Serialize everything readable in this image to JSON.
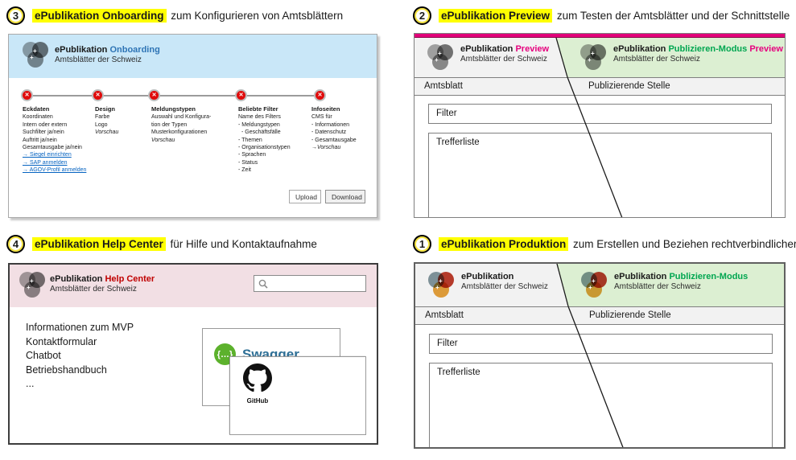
{
  "annotations": {
    "onboarding": {
      "number": "3",
      "highlight": "ePublikation Onboarding",
      "rest": "zum Konfigurieren von Amtsblättern"
    },
    "preview": {
      "number": "2",
      "highlight": "ePublikation Preview",
      "rest": "zum Testen der Amtsblätter und der Schnittstelle"
    },
    "helpcenter": {
      "number": "4",
      "highlight": "ePublikation Help Center",
      "rest": "für Hilfe und Kontaktaufnahme"
    },
    "produktion": {
      "number": "1",
      "highlight": "ePublikation Produktion",
      "rest": "zum Erstellen und Beziehen rechtverbindlicher Meldungen"
    }
  },
  "onboarding": {
    "brand": "ePublikation",
    "product": "Onboarding",
    "subtitle": "Amtsblätter der Schweiz",
    "steps": [
      {
        "title": "Eckdaten",
        "items": [
          {
            "text": "Koordinaten",
            "style": "plain"
          },
          {
            "text": "Intern oder extern",
            "style": "plain"
          },
          {
            "text": "Suchfilter ja/nein",
            "style": "plain"
          },
          {
            "text": "Auftritt ja/nein",
            "style": "plain"
          },
          {
            "text": "Gesamtausgabe ja/nein",
            "style": "plain"
          },
          {
            "text": "Siegel einrichten",
            "style": "link"
          },
          {
            "text": "SAP anmelden",
            "style": "link"
          },
          {
            "text": "AGOV-Profil anmelden",
            "style": "link"
          }
        ]
      },
      {
        "title": "Design",
        "items": [
          {
            "text": "Farbe",
            "style": "plain"
          },
          {
            "text": "Logo",
            "style": "plain"
          },
          {
            "text": "Vorschau",
            "style": "italic"
          }
        ]
      },
      {
        "title": "Meldungstypen",
        "items": [
          {
            "text": "Auswahl und Konfigura-",
            "style": "plain"
          },
          {
            "text": "tion der Typen",
            "style": "plain"
          },
          {
            "text": "Musterkonfigurationen",
            "style": "plain"
          },
          {
            "text": "Vorschau",
            "style": "italic"
          }
        ]
      },
      {
        "title": "Beliebte Filter",
        "items": [
          {
            "text": "Name des Filters",
            "style": "plain"
          },
          {
            "text": "- Meldungstypen",
            "style": "plain"
          },
          {
            "text": "- Geschäftsfälle",
            "style": "indent"
          },
          {
            "text": "- Themen",
            "style": "plain"
          },
          {
            "text": "- Organisationstypen",
            "style": "plain"
          },
          {
            "text": "- Sprachen",
            "style": "plain"
          },
          {
            "text": "- Status",
            "style": "plain"
          },
          {
            "text": "- Zeit",
            "style": "plain"
          }
        ]
      },
      {
        "title": "Infoseiten",
        "items": [
          {
            "text": "CMS für",
            "style": "plain"
          },
          {
            "text": "- Informationen",
            "style": "plain"
          },
          {
            "text": "- Datenschutz",
            "style": "plain"
          },
          {
            "text": "- Gesamtausgabe",
            "style": "plain"
          },
          {
            "text": "Vorschau",
            "style": "arrow-italic"
          }
        ]
      }
    ],
    "upload_label": "Upload",
    "download_label": "Download"
  },
  "preview": {
    "left": {
      "brand": "ePublikation",
      "product": "Preview",
      "subtitle": "Amtsblätter der Schweiz"
    },
    "right": {
      "brand": "ePublikation",
      "product": "Publizieren-Modus",
      "product2": "Preview",
      "subtitle": "Amtsblätter der Schweiz"
    },
    "col_left": "Amtsblatt",
    "col_right": "Publizierende Stelle",
    "filter_label": "Filter",
    "results_label": "Trefferliste"
  },
  "produktion": {
    "left": {
      "brand": "ePublikation",
      "subtitle": "Amtsblätter der Schweiz"
    },
    "right": {
      "brand": "ePublikation",
      "product": "Publizieren-Modus",
      "subtitle": "Amtsblätter der Schweiz"
    },
    "col_left": "Amtsblatt",
    "col_right": "Publizierende Stelle",
    "filter_label": "Filter",
    "results_label": "Trefferliste"
  },
  "helpcenter": {
    "brand": "ePublikation",
    "product": "Help Center",
    "subtitle": "Amtsblätter der Schweiz",
    "search_placeholder": "",
    "menu": [
      "Informationen zum MVP",
      "Kontaktformular",
      "Chatbot",
      "Betriebshandbuch",
      "..."
    ],
    "cards": {
      "swagger_label": "Swagger.",
      "swagger_icon_glyph": "{…}",
      "github_label": "GitHub"
    }
  },
  "icons": {
    "step_status": "✕",
    "logo_spark": "+",
    "search": "magnifier"
  },
  "colors": {
    "highlight": "#FFFF00",
    "onboarding_blue": "#2E74B5",
    "preview_magenta": "#E6007E",
    "publish_green": "#00A650",
    "help_red": "#C00000",
    "link_blue": "#0563C1",
    "header_blue": "#C9E7F8",
    "header_pink": "#F2DFE4",
    "half_green": "#DCEFD2",
    "half_gray": "#F2F2F2"
  }
}
